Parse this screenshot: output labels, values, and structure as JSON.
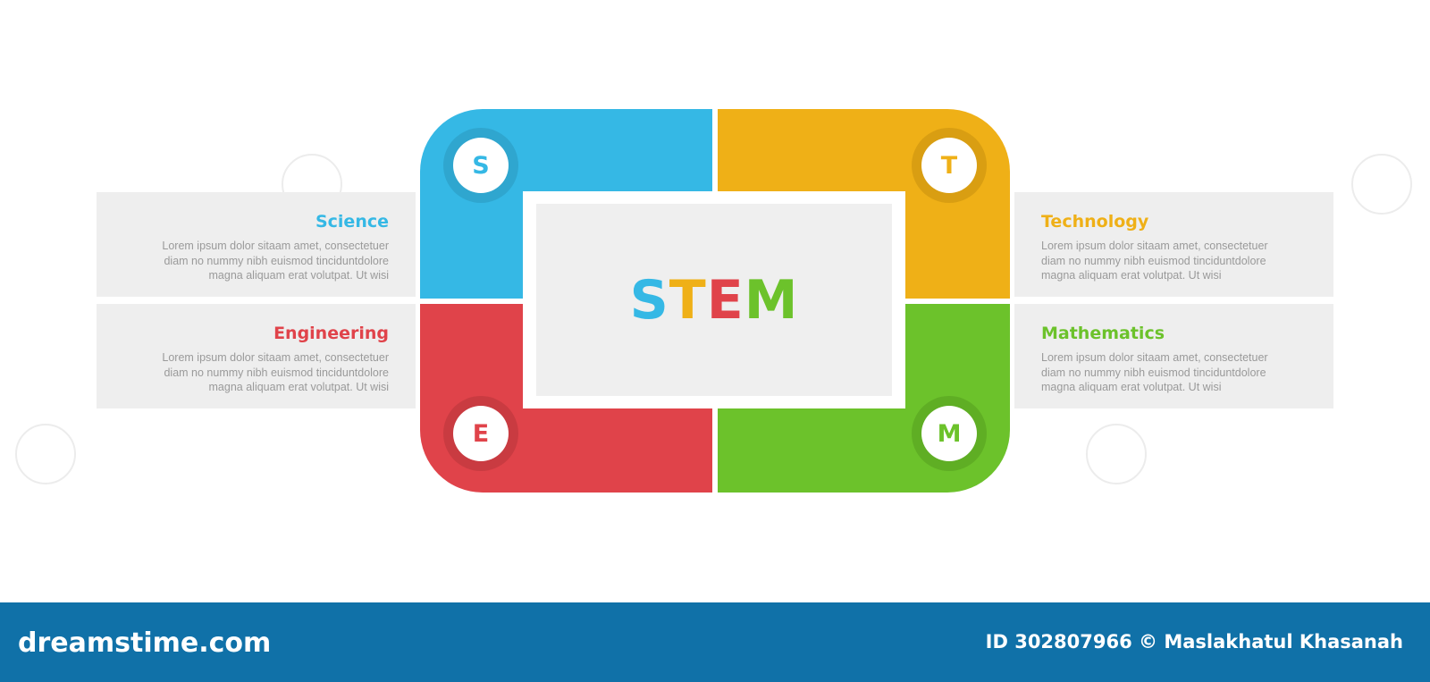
{
  "diagram": {
    "center_letters": [
      {
        "char": "S",
        "color": "#35b8e5"
      },
      {
        "char": "T",
        "color": "#efb017"
      },
      {
        "char": "E",
        "color": "#e0434a"
      },
      {
        "char": "M",
        "color": "#6cc22b"
      }
    ],
    "items": [
      {
        "letter": "S",
        "title": "Science",
        "color": "#35b8e5",
        "text": [
          "Lorem ipsum dolor sitaam amet, consectetuer",
          "diam no nummy nibh euismod tinciduntdolore",
          "magna aliquam erat volutpat. Ut wisi"
        ]
      },
      {
        "letter": "T",
        "title": "Technology",
        "color": "#efb017",
        "text": [
          "Lorem ipsum dolor sitaam amet, consectetuer",
          "diam no nummy nibh euismod tinciduntdolore",
          "magna aliquam erat volutpat. Ut wisi"
        ]
      },
      {
        "letter": "E",
        "title": "Engineering",
        "color": "#e0434a",
        "text": [
          "Lorem ipsum dolor sitaam amet, consectetuer",
          "diam no nummy nibh euismod tinciduntdolore",
          "magna aliquam erat volutpat. Ut wisi"
        ]
      },
      {
        "letter": "M",
        "title": "Mathematics",
        "color": "#6cc22b",
        "text": [
          "Lorem ipsum dolor sitaam amet, consectetuer",
          "diam no nummy nibh euismod tinciduntdolore",
          "magna aliquam erat volutpat. Ut wisi"
        ]
      }
    ]
  },
  "footer": {
    "logo": "dreamstime.com",
    "credit": "ID 302807966 © Maslakhatul Khasanah",
    "bg_color": "#1071a8"
  }
}
